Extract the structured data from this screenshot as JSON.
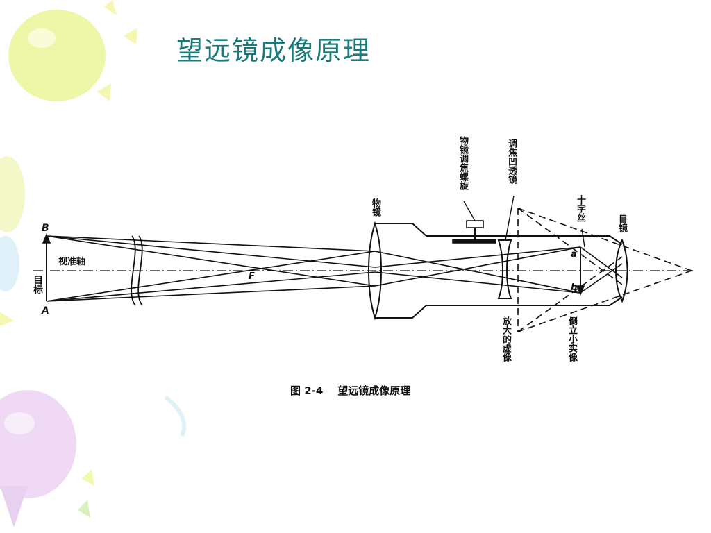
{
  "slide": {
    "title": "望远镜成像原理"
  },
  "figure": {
    "caption": "图 2-4    望远镜成像原理",
    "labels": {
      "point_B": "B",
      "point_A": "A",
      "point_F": "F",
      "point_a": "a",
      "point_b": "b",
      "sight_axis": "视准轴",
      "target": "目标",
      "objective_lens": "物镜",
      "objective_focus_screw": "物镜调焦螺旋",
      "focusing_concave_lens": "调焦凹透镜",
      "crosshair": "十字丝",
      "eyepiece": "目镜",
      "magnified_virtual_image": "放大的虚像",
      "inverted_small_real_image": "倒立小实像"
    }
  },
  "colors": {
    "title": "#1a7a7a",
    "line": "#111111",
    "balloon_yellow": "#eef7a8",
    "balloon_purple": "#efd9f4",
    "balloon_blue": "#dff0f8"
  }
}
